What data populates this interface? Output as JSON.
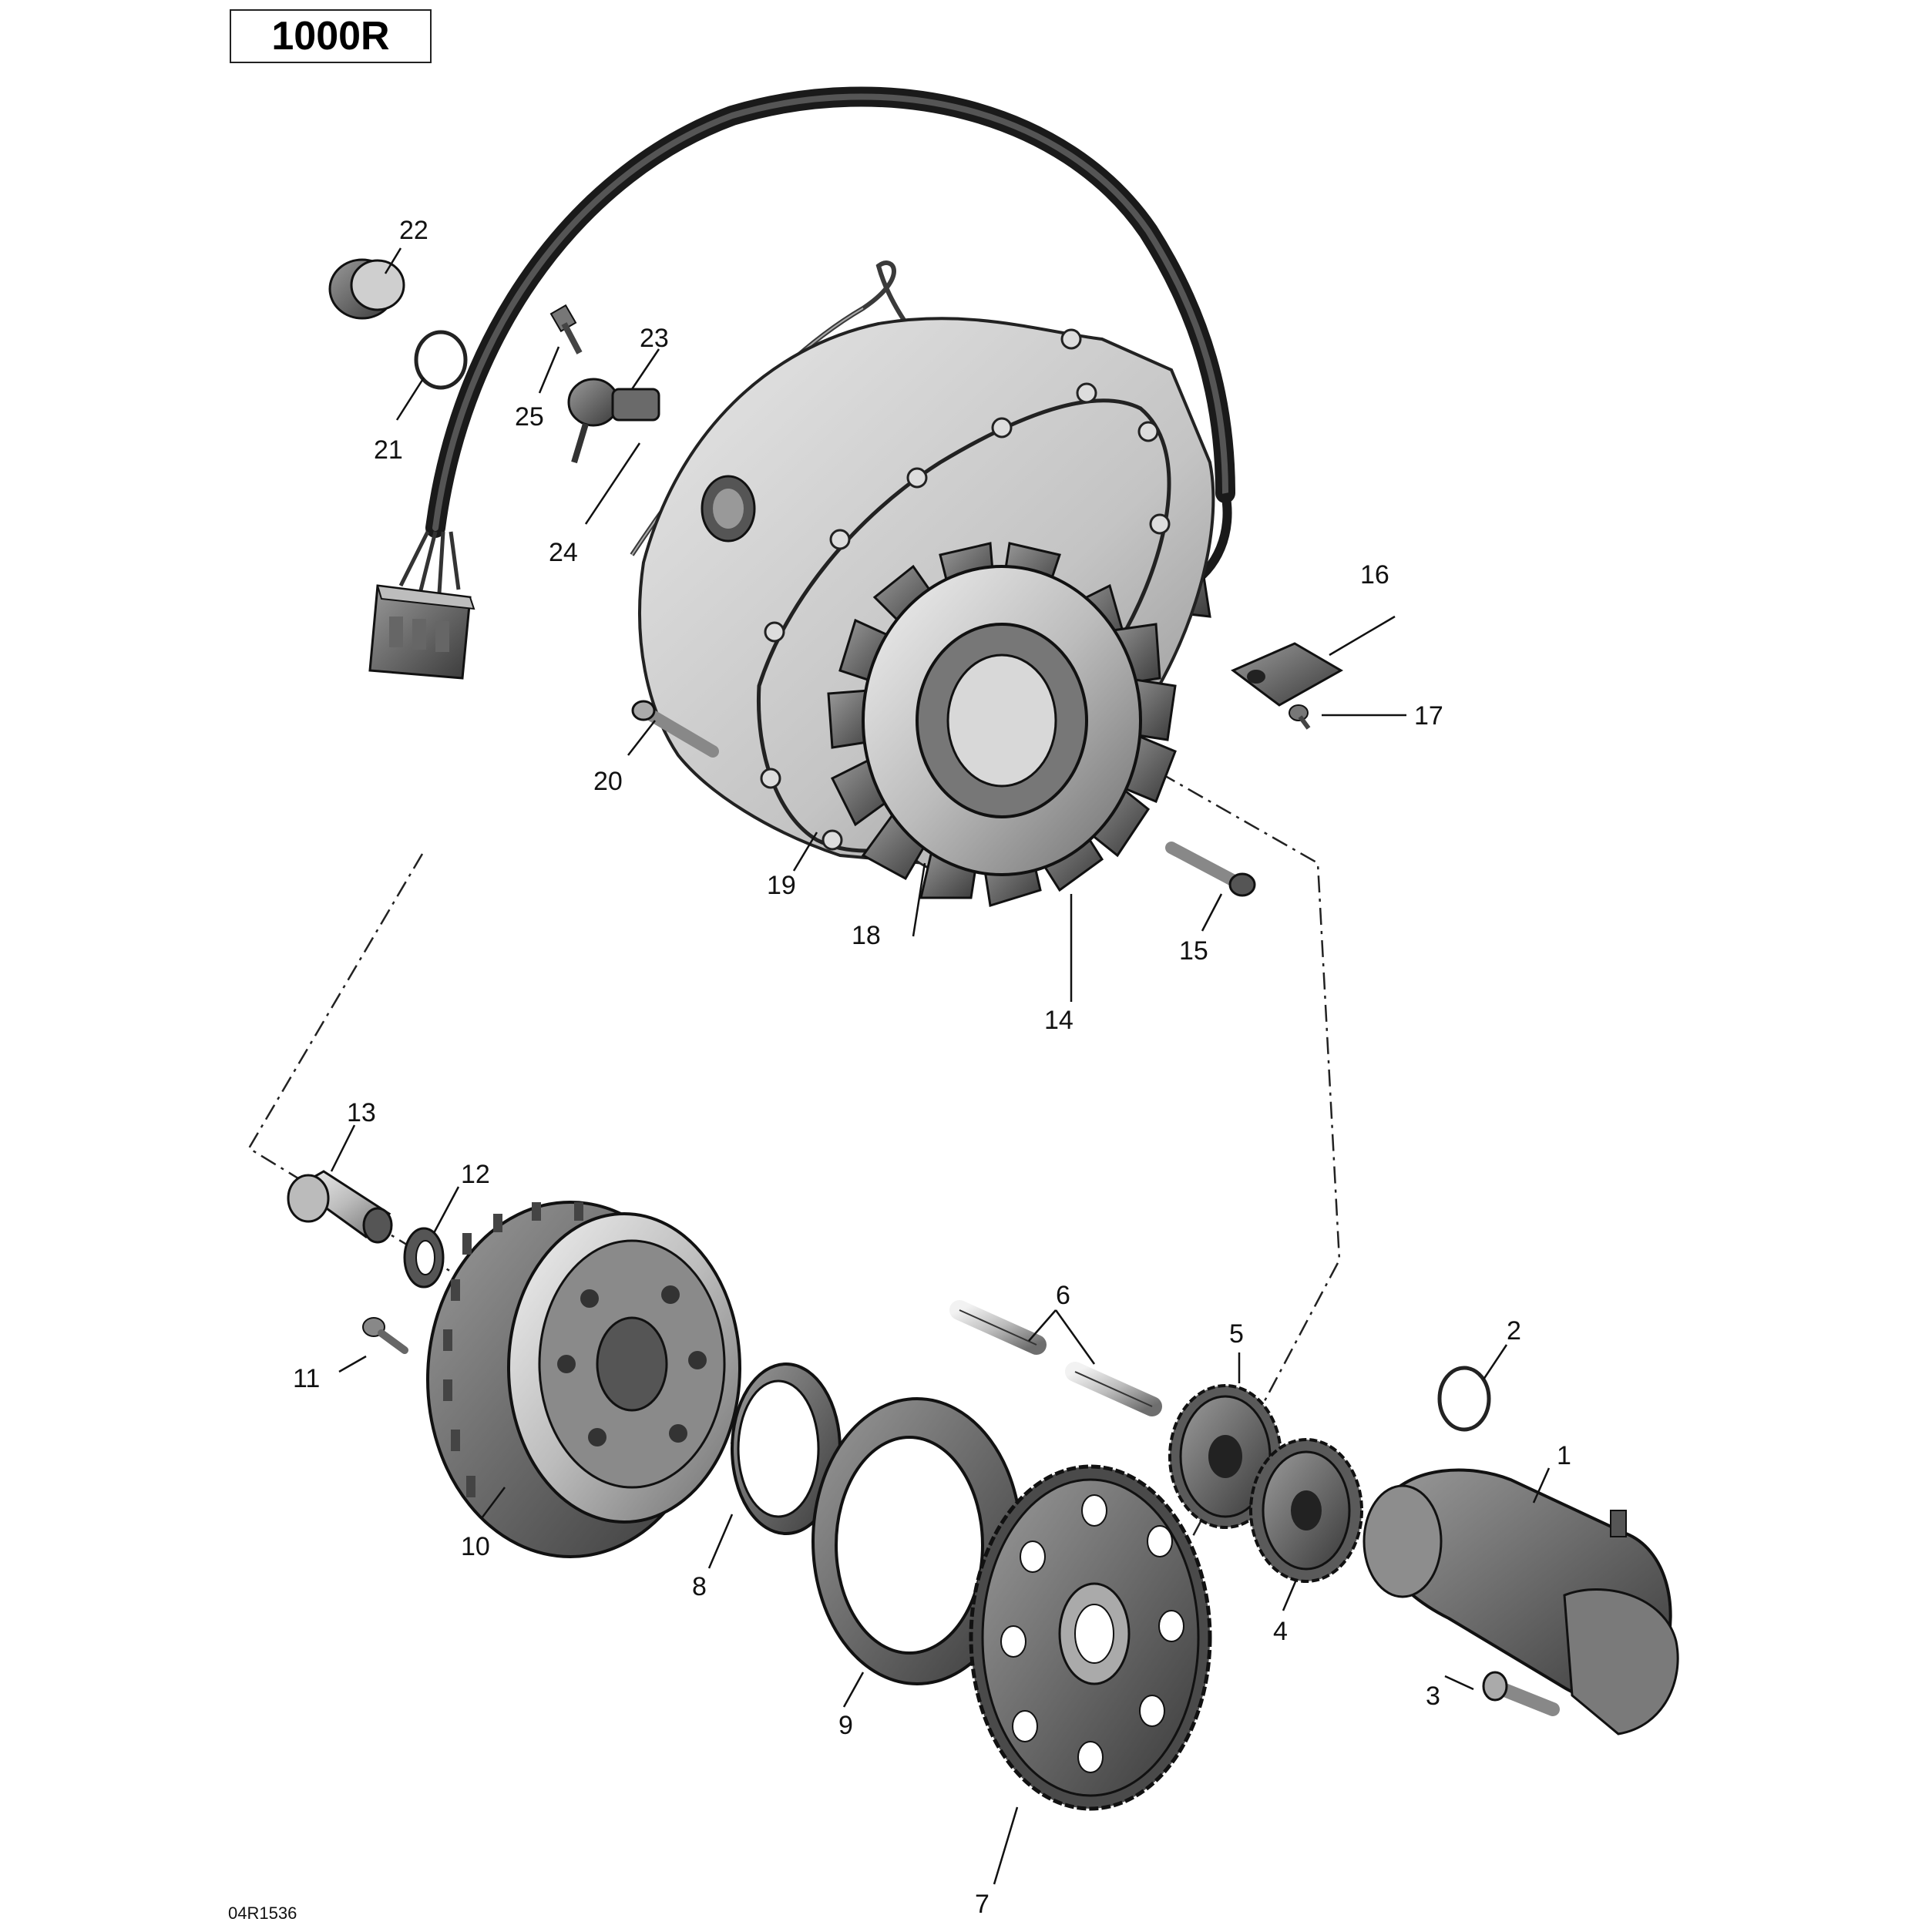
{
  "header": {
    "model_label": "1000R"
  },
  "footer": {
    "reference_code": "04R1536"
  },
  "callouts": [
    {
      "number": "1",
      "part": "starter"
    },
    {
      "number": "2",
      "part": "o-ring"
    },
    {
      "number": "3",
      "part": "screw"
    },
    {
      "number": "4",
      "part": "gear"
    },
    {
      "number": "5",
      "part": "gear"
    },
    {
      "number": "6",
      "part": "shaft"
    },
    {
      "number": "7",
      "part": "sprocket-gear"
    },
    {
      "number": "8",
      "part": "bearing"
    },
    {
      "number": "9",
      "part": "cover-plate"
    },
    {
      "number": "10",
      "part": "rotor"
    },
    {
      "number": "11",
      "part": "screw"
    },
    {
      "number": "12",
      "part": "washer"
    },
    {
      "number": "13",
      "part": "bolt"
    },
    {
      "number": "14",
      "part": "stator"
    },
    {
      "number": "15",
      "part": "screw"
    },
    {
      "number": "16",
      "part": "clip"
    },
    {
      "number": "17",
      "part": "screw"
    },
    {
      "number": "18",
      "part": "gasket"
    },
    {
      "number": "19",
      "part": "magneto-cover"
    },
    {
      "number": "20",
      "part": "screw"
    },
    {
      "number": "21",
      "part": "o-ring"
    },
    {
      "number": "22",
      "part": "plug"
    },
    {
      "number": "23",
      "part": "sensor"
    },
    {
      "number": "24",
      "part": "sensor-harness"
    },
    {
      "number": "25",
      "part": "screw"
    }
  ]
}
